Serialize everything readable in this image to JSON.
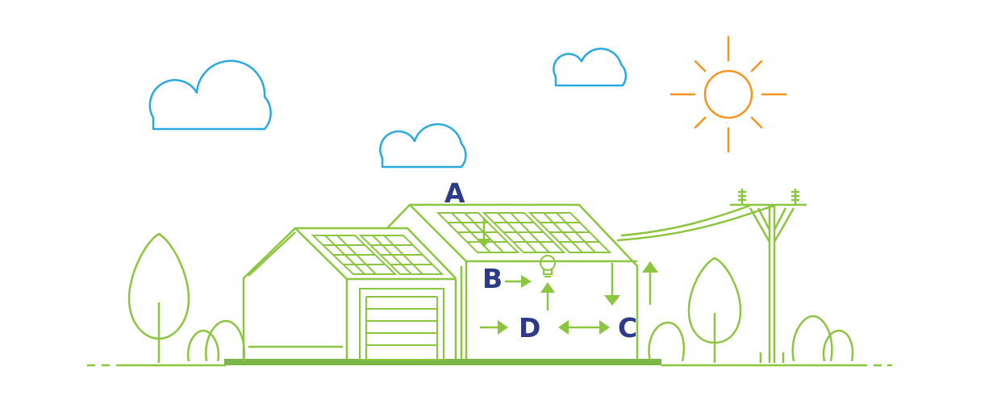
{
  "labels": {
    "a": "A",
    "b": "B",
    "c": "C",
    "d": "D"
  },
  "colors": {
    "line_green": "#8cc63f",
    "ground_green": "#7ab648",
    "label_navy": "#2e3a87",
    "cloud_blue": "#29a9e0",
    "sun_orange": "#f7941d",
    "background": "#ffffff"
  },
  "icons": [
    "sun-icon",
    "cloud-icon",
    "tree-icon",
    "bush-icon",
    "solar-panel-icon",
    "light-bulb-icon",
    "utility-pole-icon",
    "garage-door-icon",
    "house-icon",
    "arrow-icon"
  ]
}
